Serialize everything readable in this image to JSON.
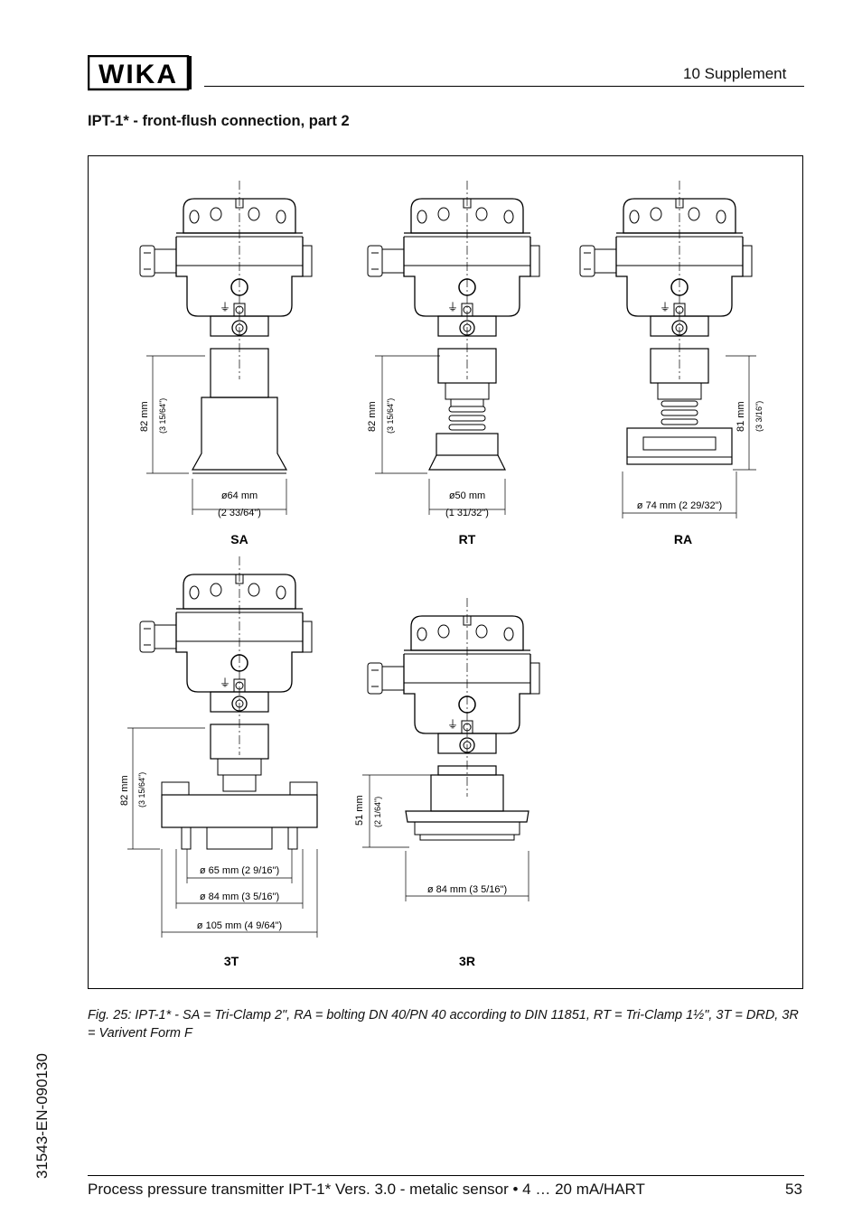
{
  "header": {
    "logo_text": "WIKA",
    "section": "10   Supplement",
    "title": "IPT-1* - front-flush connection, part 2"
  },
  "figure": {
    "variants": [
      {
        "code": "SA",
        "height_mm": "82 mm",
        "height_in": "(3 15/64\")",
        "dims": [
          {
            "mm": "ø64 mm",
            "in": "(2 33/64\")"
          }
        ]
      },
      {
        "code": "RT",
        "height_mm": "82 mm",
        "height_in": "(3 15/64\")",
        "dims": [
          {
            "mm": "ø50 mm",
            "in": "(1 31/32\")"
          }
        ]
      },
      {
        "code": "RA",
        "height_mm": "81 mm",
        "height_in": "(3 3/16\")",
        "dims": [
          {
            "mm": "ø 74 mm (2 29/32\")",
            "in": ""
          }
        ]
      },
      {
        "code": "3T",
        "height_mm": "82 mm",
        "height_in": "(3 15/64\")",
        "dims": [
          {
            "mm": "ø 65 mm (2 9/16\")",
            "in": ""
          },
          {
            "mm": "ø 84 mm (3 5/16\")",
            "in": ""
          },
          {
            "mm": "ø 105 mm (4 9/64\")",
            "in": ""
          }
        ]
      },
      {
        "code": "3R",
        "height_mm": "51 mm",
        "height_in": "(2 1/64\")",
        "dims": [
          {
            "mm": "ø 84 mm (3 5/16\")",
            "in": ""
          }
        ]
      }
    ],
    "caption": "Fig. 25: IPT-1* - SA = Tri-Clamp 2\", RA = bolting DN 40/PN 40 according to DIN 11851, RT = Tri-Clamp 1½\", 3T = DRD, 3R = Varivent Form F"
  },
  "footer": {
    "doc_number": "31543-EN-090130",
    "text": "Process pressure transmitter IPT-1* Vers. 3.0 - metalic sensor • 4 … 20 mA/HART",
    "page": "53"
  }
}
